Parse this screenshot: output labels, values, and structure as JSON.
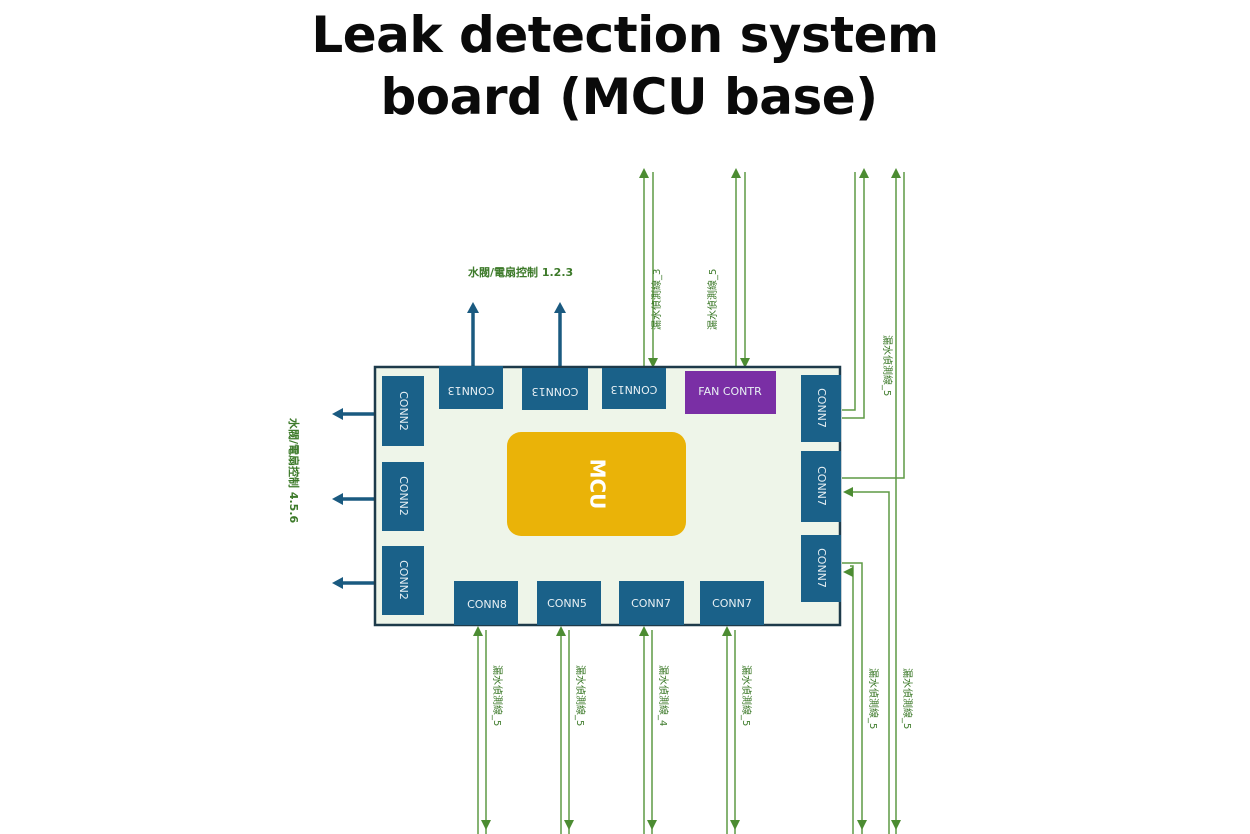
{
  "title": {
    "line1": "Leak detection system",
    "line2": "board (MCU base)"
  },
  "board": {
    "mcu_label": "MCU",
    "top_connectors": [
      "CONN13",
      "CONN13",
      "CONN13",
      "FAN CONTR"
    ],
    "left_connectors": [
      "CONN2",
      "CONN2",
      "CONN2"
    ],
    "right_connectors": [
      "CONN7",
      "CONN7",
      "CONN7"
    ],
    "bottom_connectors": [
      "CONN8",
      "CONN5",
      "CONN7",
      "CONN7"
    ]
  },
  "labels": {
    "top_outputs": "水閥/電扇控制 1.2.3",
    "left_outputs": "水閥/電扇控制 4.5.6",
    "top_sensor_1": "漏水偵測線_3",
    "top_sensor_2": "漏水偵測線_5",
    "right_sensor_top": "漏水偵測線_5",
    "bottom_sensors": [
      "漏水偵測線_5",
      "漏水偵測線_5",
      "漏水偵測線_4",
      "漏水偵測線_5"
    ],
    "right_bottom_sensors": [
      "漏水偵測線_5",
      "漏水偵測線_5"
    ]
  },
  "colors": {
    "connector": "#1a6189",
    "fan_controller": "#7a2fa5",
    "mcu": "#eab308",
    "board_bg": "#eef5e9",
    "sensor_line": "#5e9a45",
    "output_line": "#1a5a80"
  }
}
